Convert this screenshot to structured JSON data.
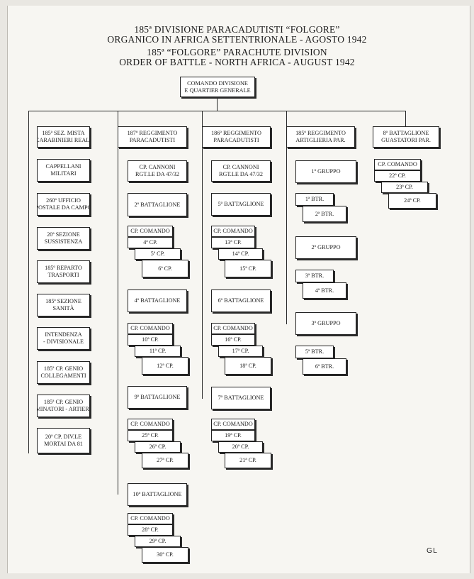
{
  "header": {
    "title_it_1": "185ª DIVISIONE PARACADUTISTI “FOLGORE”",
    "title_it_2": "ORGANICO IN AFRICA SETTENTRIONALE - AGOSTO 1942",
    "title_en_1": "185ª “FOLGORE” PARACHUTE DIVISION",
    "title_en_2": "ORDER OF BATTLE - NORTH AFRICA - AUGUST 1942"
  },
  "hq": {
    "line1": "COMANDO DIVISIONE",
    "line2": "E QUARTIER GENERALE"
  },
  "col1": [
    {
      "line1": "185ª SEZ. MISTA",
      "line2": "CARABINIERI REALI"
    },
    {
      "line1": "CAPPELLANI",
      "line2": "MILITARI"
    },
    {
      "line1": "260º UFFICIO",
      "line2": "POSTALE DA CAMPO"
    },
    {
      "line1": "20ª SEZIONE",
      "line2": "SUSSISTENZA"
    },
    {
      "line1": "185º REPARTO",
      "line2": "TRASPORTI"
    },
    {
      "line1": "185ª SEZIONE",
      "line2": "SANITÀ"
    },
    {
      "line1": "INTENDENZA",
      "line2": "- DIVISIONALE"
    },
    {
      "line1": "185ª CP. GENIO",
      "line2": "COLLEGAMENTI"
    },
    {
      "line1": "185ª CP. GENIO",
      "line2": "MINATORI - ARTIERI"
    },
    {
      "line1": "20ª CP. DIV.LE",
      "line2": "MORTAI DA 81"
    }
  ],
  "reg187": {
    "line1": "187º REGGIMENTO",
    "line2": "PARACADUTISTI",
    "cannoni": {
      "line1": "CP. CANNONI",
      "line2": "RGT.LE DA 47/32"
    },
    "battalions": [
      {
        "name": "2º BATTAGLIONE",
        "companies": [
          "CP. COMANDO",
          "4ª CP.",
          "5ª CP.",
          "6ª CP."
        ]
      },
      {
        "name": "4º BATTAGLIONE",
        "companies": [
          "CP. COMANDO",
          "10ª CP.",
          "11ª CP.",
          "12ª CP."
        ]
      },
      {
        "name": "9º BATTAGLIONE",
        "companies": [
          "CP. COMANDO",
          "25ª CP.",
          "26ª CP.",
          "27ª CP."
        ]
      },
      {
        "name": "10º BATTAGLIONE",
        "companies": [
          "CP. COMANDO",
          "28ª CP.",
          "29ª CP.",
          "30ª CP."
        ]
      }
    ]
  },
  "reg186": {
    "line1": "186º REGGIMENTO",
    "line2": "PARACADUTISTI",
    "cannoni": {
      "line1": "CP. CANNONI",
      "line2": "RGT.LE DA 47/32"
    },
    "battalions": [
      {
        "name": "5º BATTAGLIONE",
        "companies": [
          "CP. COMANDO",
          "13ª CP.",
          "14ª CP.",
          "15ª CP."
        ]
      },
      {
        "name": "6º BATTAGLIONE",
        "companies": [
          "CP. COMANDO",
          "16ª CP.",
          "17ª CP.",
          "18ª CP."
        ]
      },
      {
        "name": "7º BATTAGLIONE",
        "companies": [
          "CP. COMANDO",
          "19ª CP.",
          "20ª CP.",
          "21ª CP."
        ]
      }
    ]
  },
  "reg185": {
    "line1": "185º REGGIMENTO",
    "line2": "ARTIGLIERIA PAR.",
    "groups": [
      {
        "name": "1º GRUPPO",
        "batteries": [
          "1ª BTR.",
          "2ª BTR."
        ]
      },
      {
        "name": "2º GRUPPO",
        "batteries": [
          "3ª BTR.",
          "4ª BTR."
        ]
      },
      {
        "name": "3º GRUPPO",
        "batteries": [
          "5ª BTR.",
          "6ª BTR."
        ]
      }
    ]
  },
  "bat8": {
    "line1": "8º BATTAGLIONE",
    "line2": "GUASTATORI PAR.",
    "companies": [
      "CP. COMANDO",
      "22ª CP.",
      "23ª CP.",
      "24ª CP."
    ]
  },
  "signature": "GL"
}
